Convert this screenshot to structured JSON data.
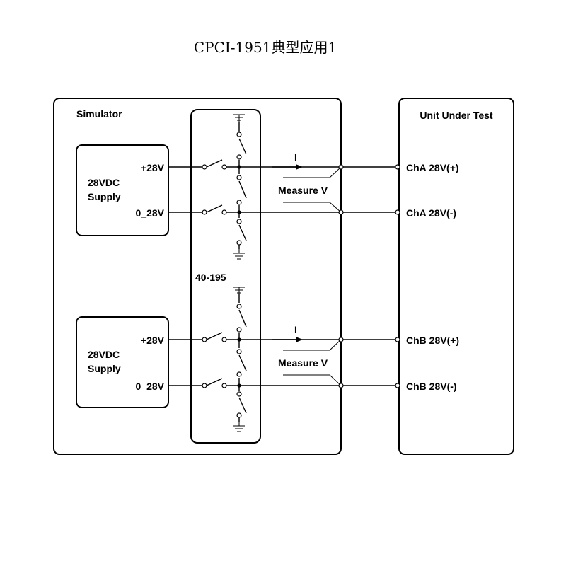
{
  "title": "CPCI-1951典型应用1",
  "simulator": {
    "label": "Simulator"
  },
  "uut": {
    "label": "Unit Under Test"
  },
  "module": {
    "label": "40-195"
  },
  "supplies": [
    {
      "line1": "28VDC",
      "line2": "Supply",
      "pos": "+28V",
      "neg": "0_28V"
    },
    {
      "line1": "28VDC",
      "line2": "Supply",
      "pos": "+28V",
      "neg": "0_28V"
    }
  ],
  "channels": [
    {
      "current": "I",
      "measure": "Measure V",
      "pos": "ChA 28V(+)",
      "neg": "ChA 28V(-)"
    },
    {
      "current": "I",
      "measure": "Measure V",
      "pos": "ChB 28V(+)",
      "neg": "ChB 28V(-)"
    }
  ]
}
